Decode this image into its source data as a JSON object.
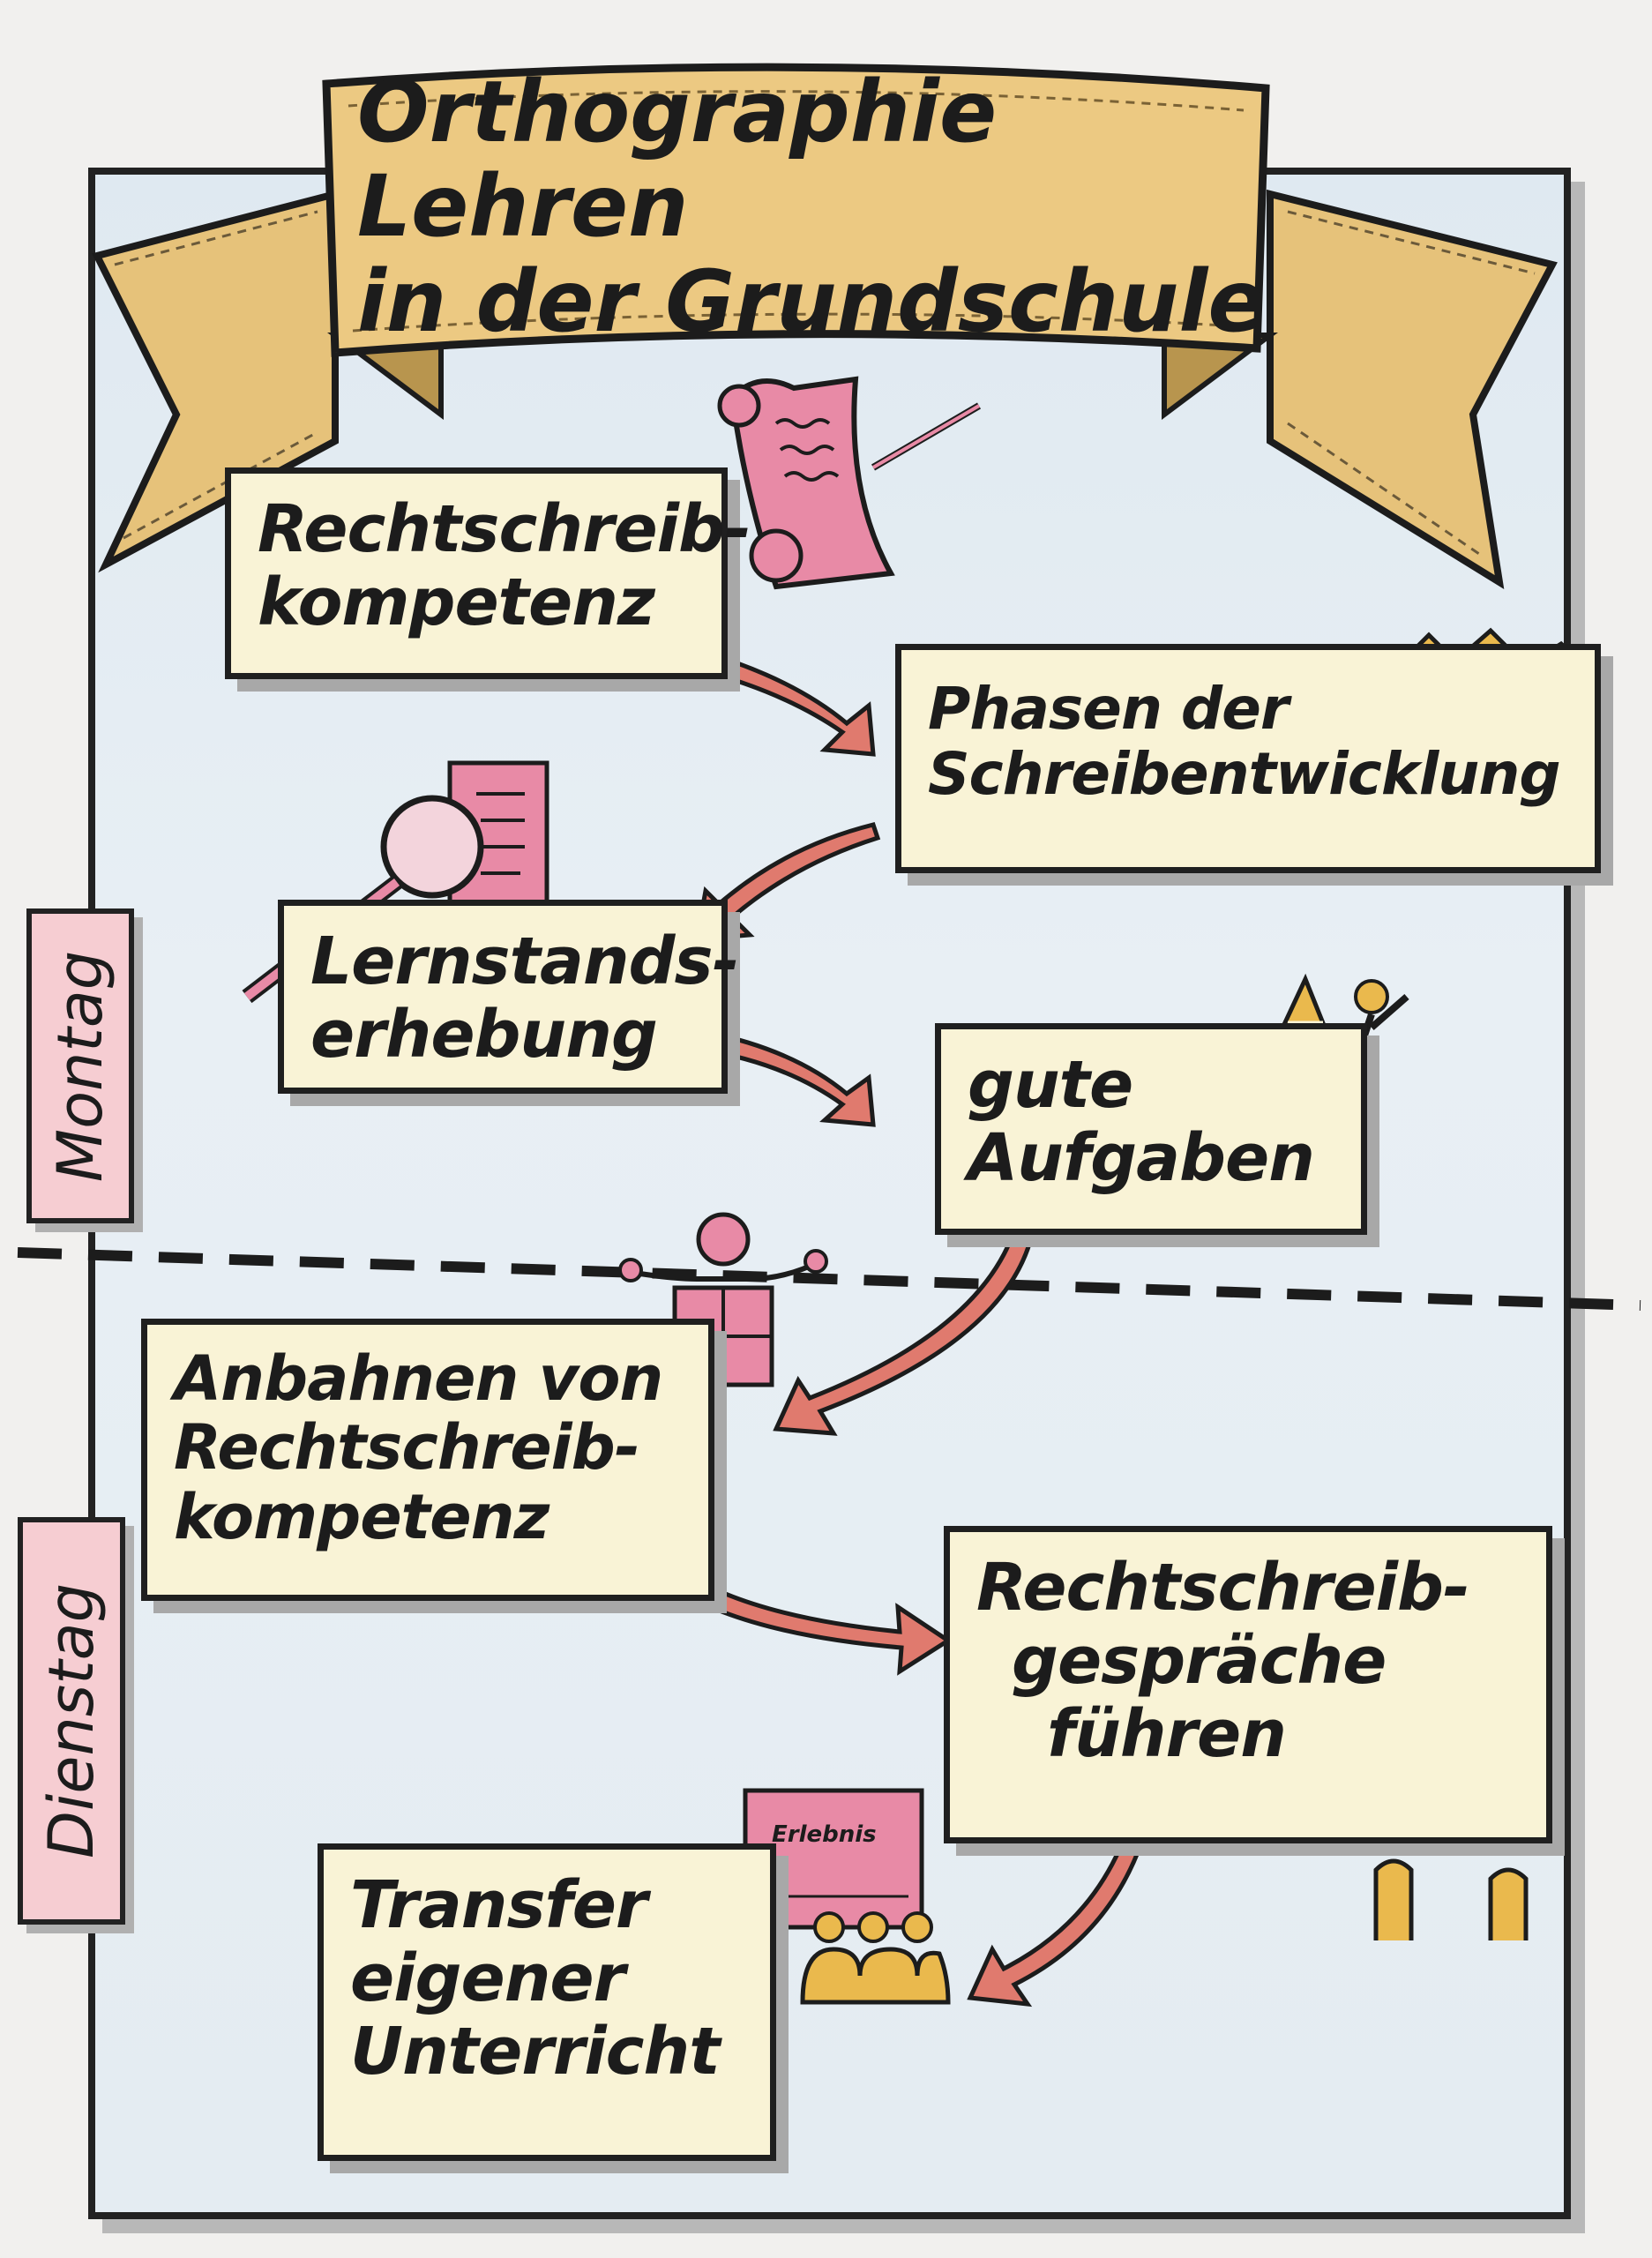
{
  "title": {
    "line1": "Orthographie Lehren",
    "line2": "in der Grundschule"
  },
  "days": {
    "monday": "Montag",
    "tuesday": "Dienstag"
  },
  "steps": [
    {
      "line1": "Rechtschreib-",
      "line2": "kompetenz"
    },
    {
      "line1": "Phasen der",
      "line2": "Schreibentwicklung"
    },
    {
      "line1": "Lernstands-",
      "line2": "erhebung"
    },
    {
      "line1": "gute",
      "line2": "Aufgaben"
    },
    {
      "line1": "Anbahnen von",
      "line2": "Rechtschreib-",
      "line3": "kompetenz"
    },
    {
      "line1": "Rechtschreib-",
      "line2": "gespräche",
      "line3": "führen"
    },
    {
      "line1": "Transfer",
      "line2": "eigener",
      "line3": "Unterricht"
    }
  ],
  "board_label": "Erlebnis",
  "icons": [
    "scroll-quill-icon",
    "winding-road-icon",
    "magnifier-document-icon",
    "pyramid-climber-icon",
    "puzzle-person-icon",
    "speech-bubble-people-icon",
    "teacher-class-board-icon"
  ],
  "colors": {
    "box_fill": "#f9f3d6",
    "banner": "#e6c27a",
    "accent_pink": "#e37f97",
    "arrow": "#e07a6e",
    "figure_yellow": "#eab94d",
    "frame_blue": "#dfe9f1"
  }
}
